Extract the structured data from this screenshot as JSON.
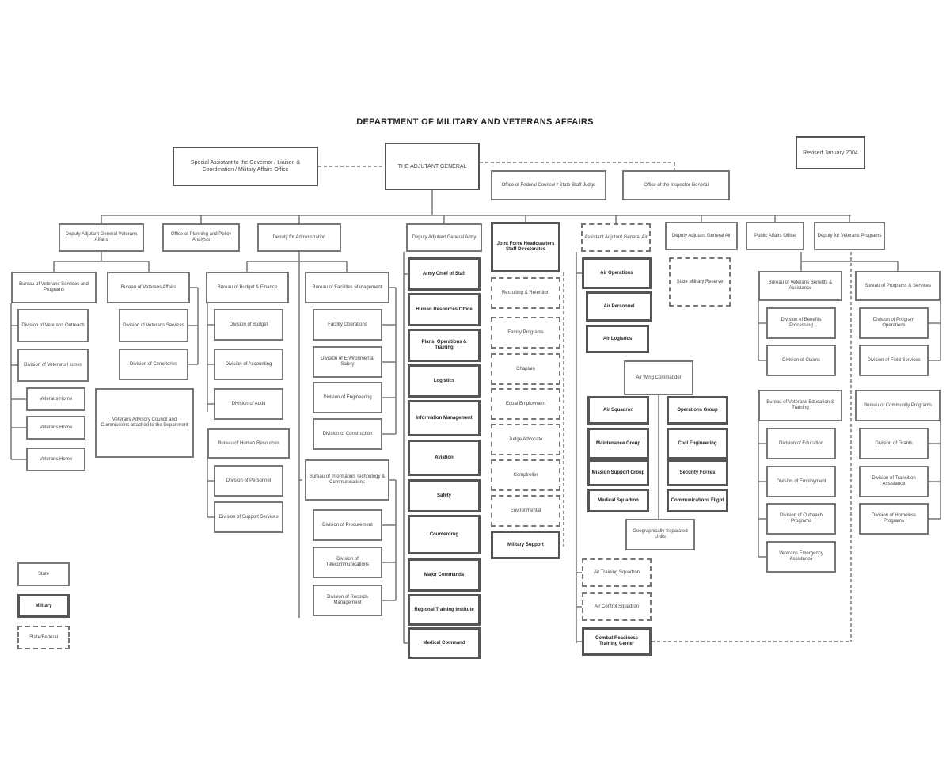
{
  "title": "DEPARTMENT OF MILITARY AND VETERANS AFFAIRS",
  "boxes": [
    {
      "label": "Special Assistant to the Governor / Liaison & Coordination / Military Affairs Office",
      "style": "top"
    },
    {
      "label": "THE ADJUTANT GENERAL",
      "style": "top"
    },
    {
      "label": "Office of Federal Counsel / State Staff Judge",
      "style": "solid"
    },
    {
      "label": "Office of the Inspector General",
      "style": "solid"
    },
    {
      "label": "Revised January 2004",
      "style": "top"
    },
    {
      "label": "Deputy Adjutant General Veterans Affairs",
      "style": "solid"
    },
    {
      "label": "Office of Planning and Policy Analysis",
      "style": "solid"
    },
    {
      "label": "Deputy for Administration",
      "style": "solid"
    },
    {
      "label": "Deputy Adjutant General Army",
      "style": "solid"
    },
    {
      "label": "Joint Force Headquarters Staff Directorates",
      "style": "heavy"
    },
    {
      "label": "Assistant Adjutant General Air",
      "style": "dashed"
    },
    {
      "label": "Deputy Adjutant General Air",
      "style": "solid"
    },
    {
      "label": "Public Affairs Office",
      "style": "solid"
    },
    {
      "label": "Deputy for Veterans Programs",
      "style": "solid"
    },
    {
      "label": "Bureau of Veterans Services and Programs",
      "style": "solid"
    },
    {
      "label": "Division of Veterans Outreach",
      "style": "solid"
    },
    {
      "label": "Division of Veterans Homes",
      "style": "solid"
    },
    {
      "label": "Veterans Home",
      "style": "solid"
    },
    {
      "label": "Veterans Home",
      "style": "solid"
    },
    {
      "label": "Veterans Home",
      "style": "solid"
    },
    {
      "label": "Bureau of Veterans Affairs",
      "style": "solid"
    },
    {
      "label": "Division of Veterans Services",
      "style": "solid"
    },
    {
      "label": "Division of Cemeteries",
      "style": "solid"
    },
    {
      "label": "Veterans Advisory Council and Commissions attached to the Department",
      "style": "solid"
    },
    {
      "label": "Bureau of Budget & Finance",
      "style": "solid"
    },
    {
      "label": "Division of Budget",
      "style": "solid"
    },
    {
      "label": "Division of Accounting",
      "style": "solid"
    },
    {
      "label": "Division of Audit",
      "style": "solid"
    },
    {
      "label": "Bureau of Human Resources",
      "style": "solid"
    },
    {
      "label": "Division of Personnel",
      "style": "solid"
    },
    {
      "label": "Division of Support Services",
      "style": "solid"
    },
    {
      "label": "Bureau of Facilities Management",
      "style": "solid"
    },
    {
      "label": "Facility Operations",
      "style": "solid"
    },
    {
      "label": "Division of Environmental Safety",
      "style": "solid"
    },
    {
      "label": "Division of Engineering",
      "style": "solid"
    },
    {
      "label": "Division of Construction",
      "style": "solid"
    },
    {
      "label": "Bureau of Information Technology & Communications",
      "style": "solid"
    },
    {
      "label": "Division of Procurement",
      "style": "solid"
    },
    {
      "label": "Division of Telecommunications",
      "style": "solid"
    },
    {
      "label": "Division of Records Management",
      "style": "solid"
    },
    {
      "label": "Army Chief of Staff",
      "style": "heavy"
    },
    {
      "label": "Human Resources Office",
      "style": "heavy"
    },
    {
      "label": "Plans, Operations & Training",
      "style": "heavy"
    },
    {
      "label": "Logistics",
      "style": "heavy"
    },
    {
      "label": "Information Management",
      "style": "heavy"
    },
    {
      "label": "Aviation",
      "style": "heavy"
    },
    {
      "label": "Safety",
      "style": "heavy"
    },
    {
      "label": "Counterdrug",
      "style": "heavy"
    },
    {
      "label": "Major Commands",
      "style": "heavy"
    },
    {
      "label": "Regional Training Institute",
      "style": "heavy"
    },
    {
      "label": "Medical Command",
      "style": "heavy"
    },
    {
      "label": "Recruiting & Retention",
      "style": "dashed"
    },
    {
      "label": "Family Programs",
      "style": "dashed"
    },
    {
      "label": "Chaplain",
      "style": "dashed"
    },
    {
      "label": "Equal Employment",
      "style": "dashed"
    },
    {
      "label": "Judge Advocate",
      "style": "dashed"
    },
    {
      "label": "Comptroller",
      "style": "dashed"
    },
    {
      "label": "Environmental",
      "style": "dashed"
    },
    {
      "label": "Military Support",
      "style": "heavy"
    },
    {
      "label": "Air Operations",
      "style": "heavy"
    },
    {
      "label": "Air Personnel",
      "style": "heavy"
    },
    {
      "label": "Air Logistics",
      "style": "heavy"
    },
    {
      "label": "Air Wing Commander",
      "style": "solid"
    },
    {
      "label": "Air Squadron",
      "style": "heavy"
    },
    {
      "label": "Maintenance Group",
      "style": "heavy"
    },
    {
      "label": "Mission Support Group",
      "style": "heavy"
    },
    {
      "label": "Medical Squadron",
      "style": "heavy"
    },
    {
      "label": "Operations Group",
      "style": "heavy"
    },
    {
      "label": "Civil Engineering",
      "style": "heavy"
    },
    {
      "label": "Security Forces",
      "style": "heavy"
    },
    {
      "label": "Communications Flight",
      "style": "heavy"
    },
    {
      "label": "Geographically Separated Units",
      "style": "solid"
    },
    {
      "label": "Air Training Squadron",
      "style": "dashed"
    },
    {
      "label": "Air Control Squadron",
      "style": "dashed"
    },
    {
      "label": "Combat Readiness Training Center",
      "style": "heavy"
    },
    {
      "label": "State Military Reserve",
      "style": "dashed"
    },
    {
      "label": "Bureau of Veterans Benefits & Assistance",
      "style": "solid"
    },
    {
      "label": "Division of Benefits Processing",
      "style": "solid"
    },
    {
      "label": "Division of Claims",
      "style": "solid"
    },
    {
      "label": "Bureau of Veterans Education & Training",
      "style": "solid"
    },
    {
      "label": "Division of Education",
      "style": "solid"
    },
    {
      "label": "Division of Employment",
      "style": "solid"
    },
    {
      "label": "Division of Outreach Programs",
      "style": "solid"
    },
    {
      "label": "Veterans Emergency Assistance",
      "style": "solid"
    },
    {
      "label": "Bureau of Programs & Services",
      "style": "solid"
    },
    {
      "label": "Division of Program Operations",
      "style": "solid"
    },
    {
      "label": "Division of Field Services",
      "style": "solid"
    },
    {
      "label": "Bureau of Community Programs",
      "style": "solid"
    },
    {
      "label": "Division of Grants",
      "style": "solid"
    },
    {
      "label": "Division of Transition Assistance",
      "style": "solid"
    },
    {
      "label": "Division of Homeless Programs",
      "style": "solid"
    },
    {
      "label": "State",
      "style": "solid"
    },
    {
      "label": "Military",
      "style": "heavy"
    },
    {
      "label": "State/Federal",
      "style": "dashed"
    }
  ]
}
